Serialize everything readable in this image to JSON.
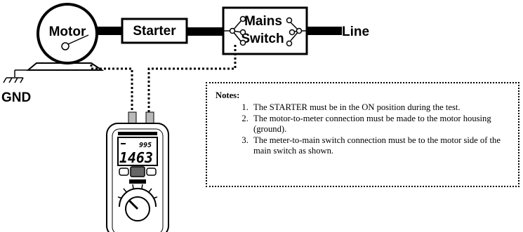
{
  "labels": {
    "motor": "Motor",
    "starter": "Starter",
    "mains_line1": "Mains",
    "mains_line2": "Switch",
    "line": "Line",
    "gnd": "GND"
  },
  "meter": {
    "top_reading": "995",
    "main_reading": "1463"
  },
  "notes": {
    "title": "Notes:",
    "items": [
      "The STARTER must be in the ON position during the test.",
      "The motor-to-meter connection must be made to the motor housing (ground).",
      "The meter-to-main switch connection must be to the motor side of the main switch as shown."
    ]
  }
}
